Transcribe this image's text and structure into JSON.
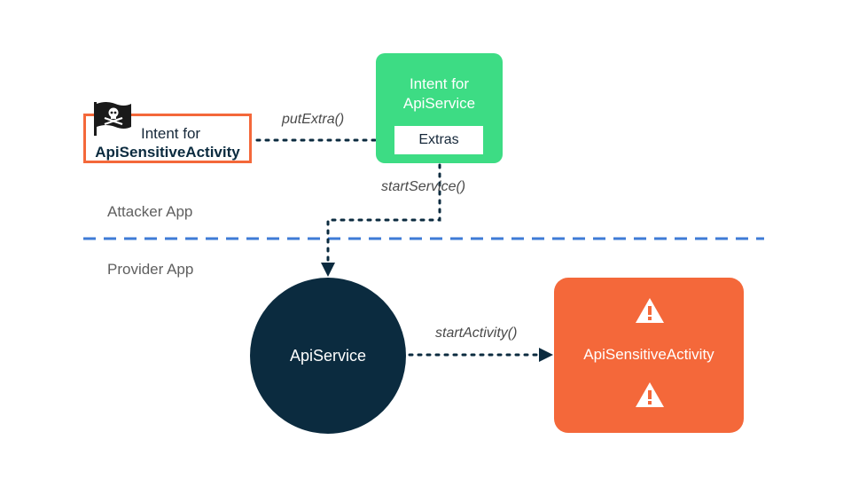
{
  "attacker_intent": {
    "line1": "Intent for",
    "line2": "ApiSensitiveActivity",
    "flag_icon": "pirate-flag-icon"
  },
  "service_intent": {
    "title_line1": "Intent for",
    "title_line2": "ApiService",
    "extras_label": "Extras"
  },
  "calls": {
    "put_extra": "putExtra()",
    "start_service": "startService()",
    "start_activity": "startActivity()"
  },
  "zones": {
    "attacker": "Attacker App",
    "provider": "Provider App"
  },
  "api_service": {
    "label": "ApiService"
  },
  "sensitive_activity": {
    "label": "ApiSensitiveActivity",
    "warning_icon": "warning-icon"
  },
  "colors": {
    "orange": "#f4683a",
    "green": "#3ddc84",
    "navy": "#0b2b3f",
    "divider_blue": "#3e7bd6"
  }
}
